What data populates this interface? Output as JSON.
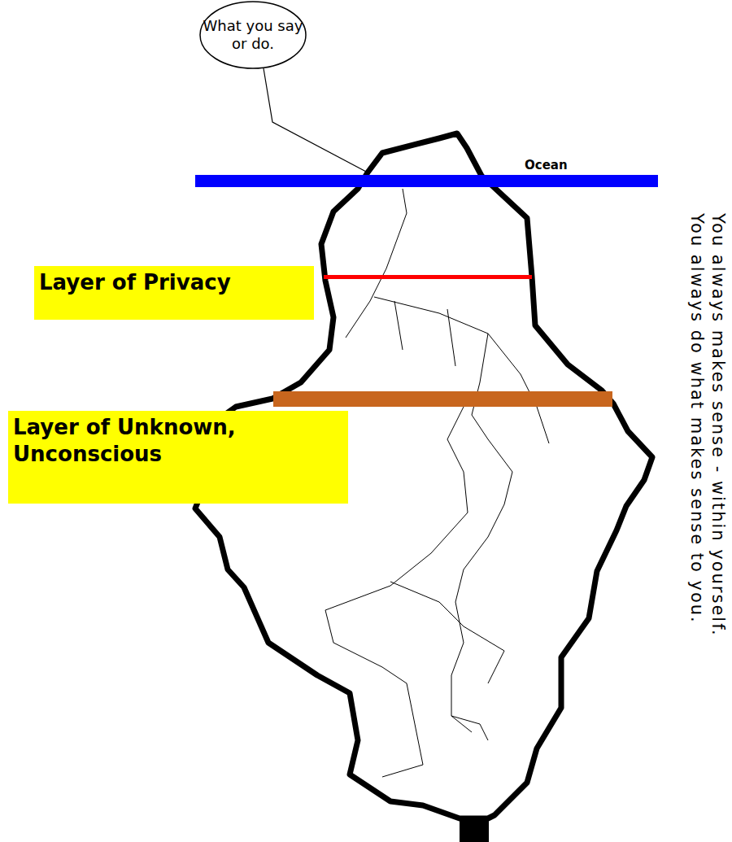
{
  "diagram": {
    "nodes": [
      {
        "text": [
          "What you say or do."
        ]
      },
      {
        "text": [
          "Layer of Privacy"
        ]
      },
      {
        "text": [
          "Layer of Unknown, Unconscious"
        ]
      }
    ],
    "labels": [
      "Ocean",
      "You always makes sense - within yourself.",
      "You always do what makes sense to you."
    ]
  }
}
